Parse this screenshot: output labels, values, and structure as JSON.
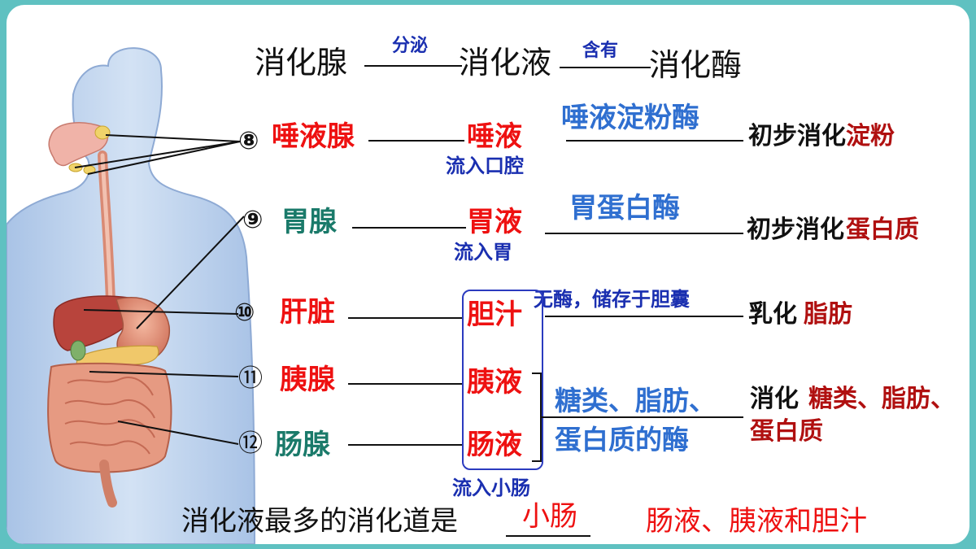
{
  "header": {
    "gland": "消化腺",
    "secrete": "分泌",
    "juice": "消化液",
    "contain": "含有",
    "enzyme": "消化酶"
  },
  "rows": {
    "salivary": {
      "num": "⑧",
      "gland": "唾液腺",
      "juice": "唾液",
      "flow": "流入口腔",
      "enzyme": "唾液淀粉酶",
      "func_prefix": "初步消化",
      "func_target": "淀粉"
    },
    "gastric": {
      "num": "⑨",
      "gland": "胃腺",
      "juice": "胃液",
      "flow": "流入胃",
      "enzyme": "胃蛋白酶",
      "func_prefix": "初步消化",
      "func_target": "蛋白质"
    },
    "liver": {
      "num": "⑩",
      "gland": "肝脏",
      "juice": "胆汁",
      "note": "无酶，储存于胆囊",
      "func_prefix": "乳化",
      "func_target": "脂肪"
    },
    "pancreas": {
      "num": "⑪",
      "gland": "胰腺",
      "juice": "胰液"
    },
    "intestinal": {
      "num": "⑫",
      "gland": "肠腺",
      "juice": "肠液"
    },
    "shared": {
      "enzyme_line1": "糖类、脂肪、",
      "enzyme_line2": "蛋白质的酶",
      "func_prefix": "消化",
      "func_line1": "糖类、脂肪、",
      "func_line2": "蛋白质",
      "flow": "流入小肠"
    }
  },
  "question": {
    "text": "消化液最多的消化道是",
    "answer": "小肠",
    "extra": "肠液、胰液和胆汁"
  },
  "colors": {
    "background_frame": "#5fc1c1",
    "red": "#ee1111",
    "blue": "#2f6fd0",
    "navy": "#1a2fb0",
    "teal": "#1a7a6a"
  }
}
